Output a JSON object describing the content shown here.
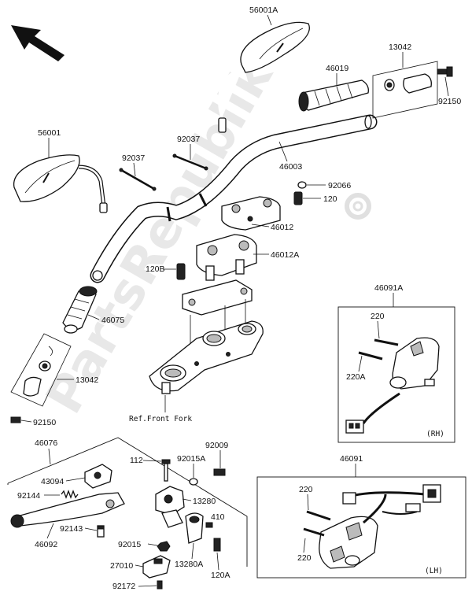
{
  "watermark": "PartsRepublik",
  "parts": {
    "p56001A": "56001A",
    "p13042_top": "13042",
    "p46019": "46019",
    "p92150_top": "92150",
    "p56001": "56001",
    "p92037_left": "92037",
    "p92037_right": "92037",
    "p46003": "46003",
    "p92066": "92066",
    "p120": "120",
    "p46012": "46012",
    "p46012A": "46012A",
    "p120B": "120B",
    "p46075": "46075",
    "p13042_left": "13042",
    "p92150_left": "92150",
    "ref_front_fork": "Ref.Front Fork",
    "p46091A": "46091A",
    "p220_rh_a": "220",
    "p220A_rh": "220A",
    "rh_tag": "(RH)",
    "p46076": "46076",
    "p92009": "92009",
    "p112": "112",
    "p92015A": "92015A",
    "p43094": "43094",
    "p13280": "13280",
    "p92144": "92144",
    "p410": "410",
    "p92143": "92143",
    "p46092": "46092",
    "p92015": "92015",
    "p27010": "27010",
    "p13280A": "13280A",
    "p120A": "120A",
    "p92172": "92172",
    "p46091": "46091",
    "p220_lh_a": "220",
    "p220_lh_b": "220",
    "lh_tag": "(LH)"
  }
}
